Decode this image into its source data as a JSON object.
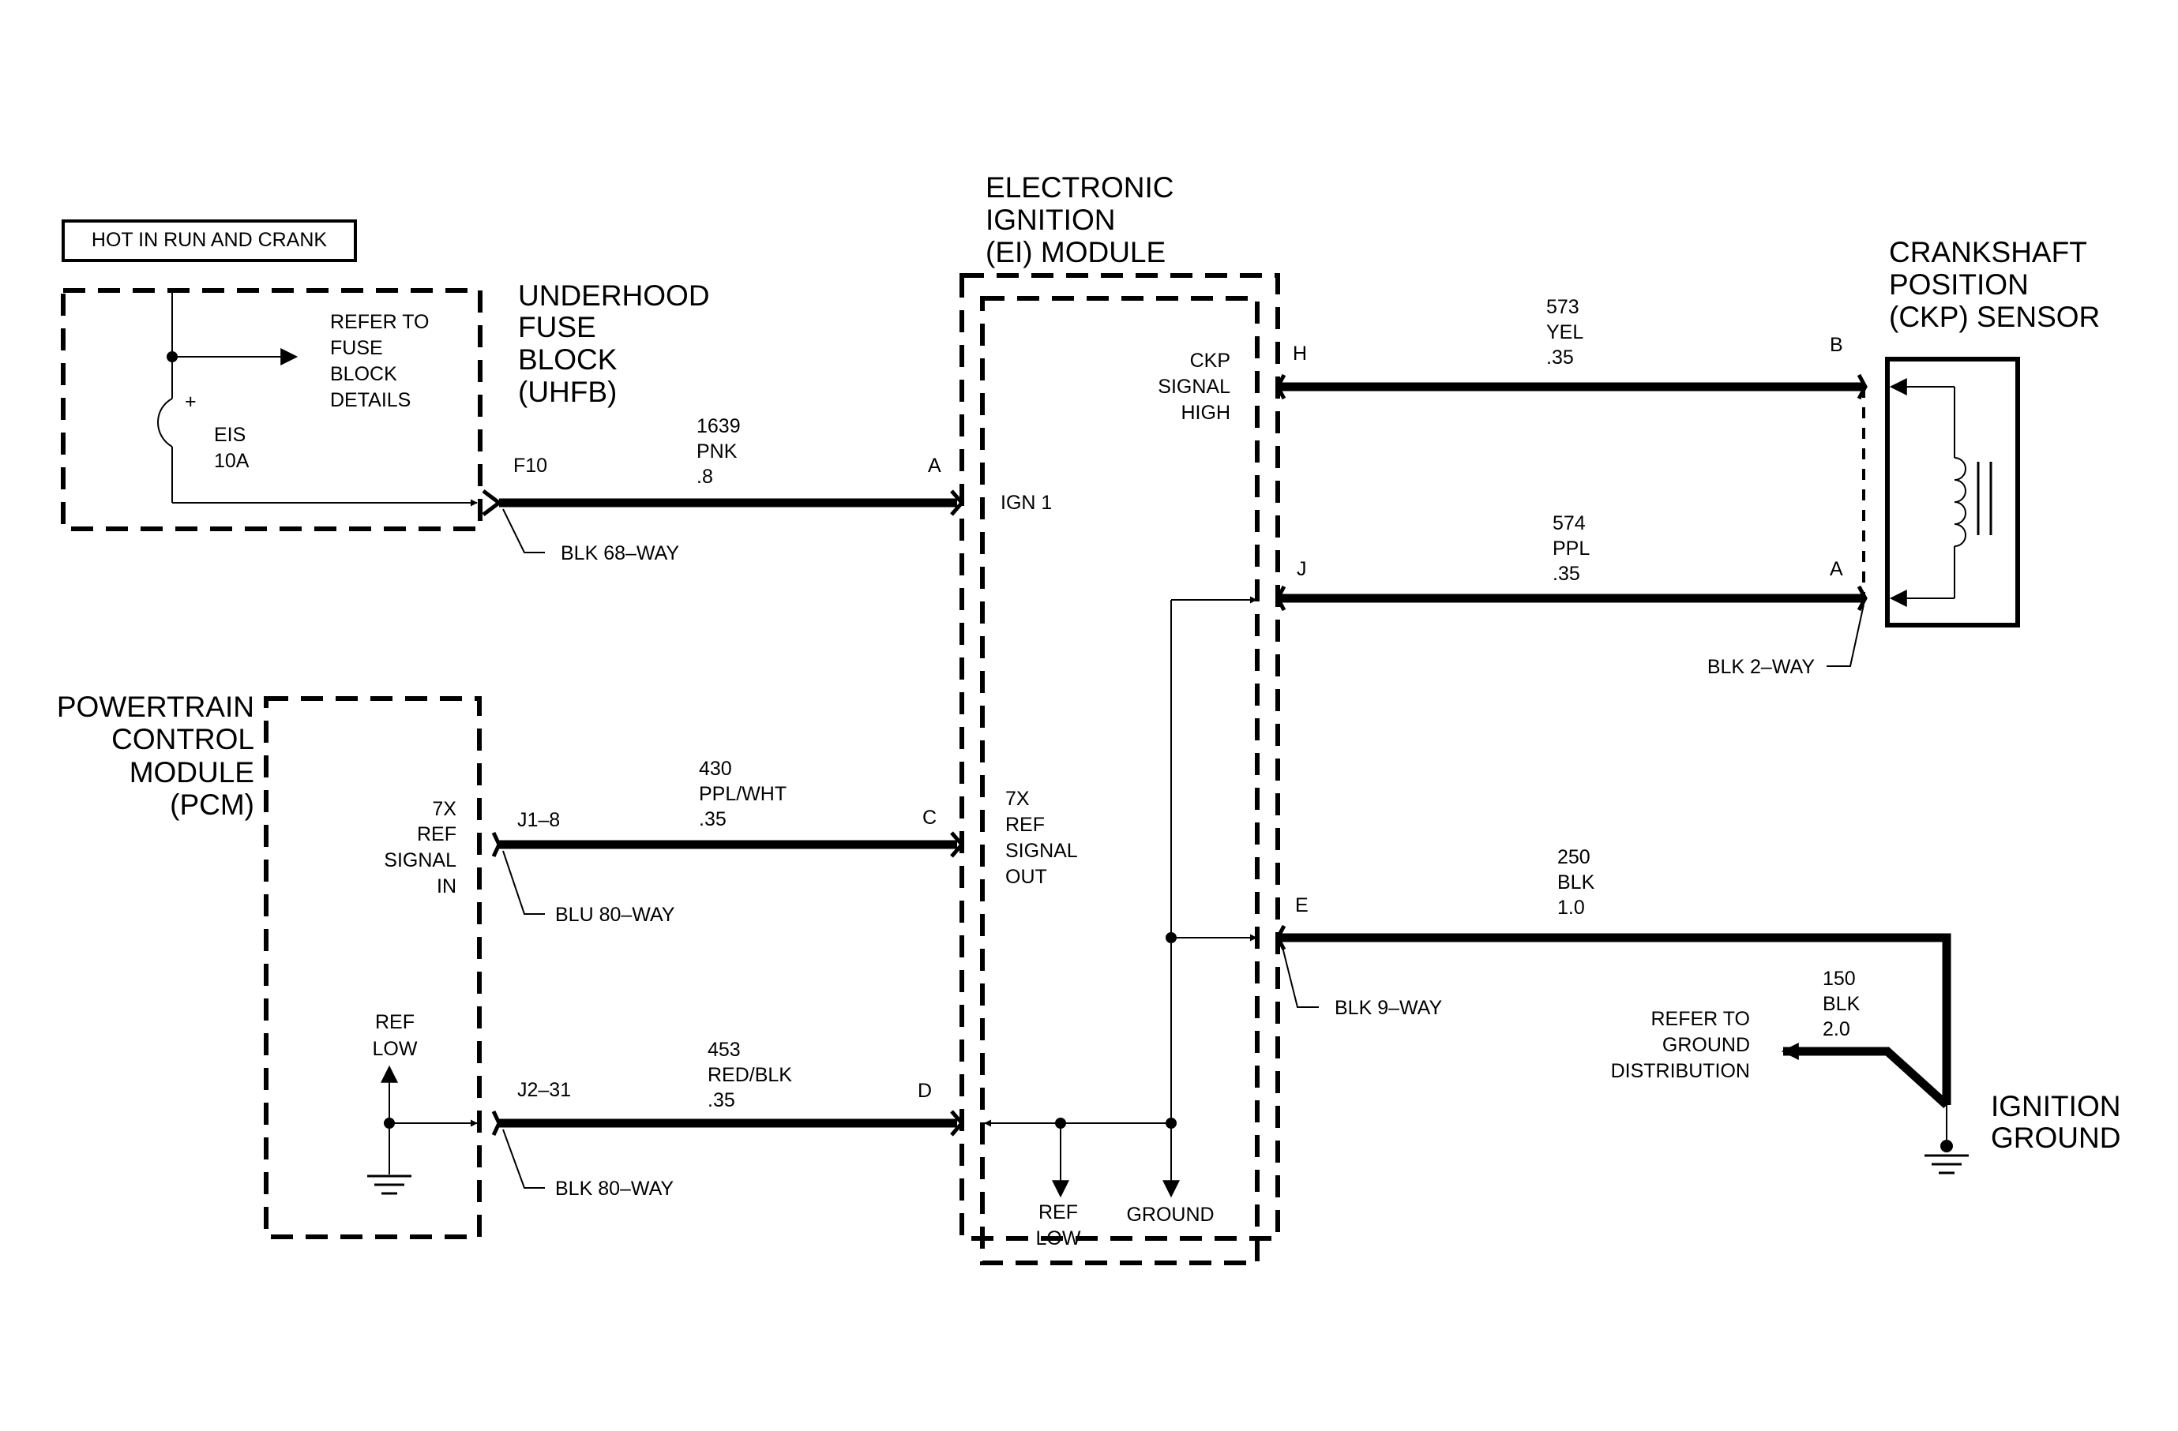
{
  "hot_label": "HOT IN RUN AND CRANK",
  "uhfb": {
    "title": [
      "UNDERHOOD",
      "FUSE",
      "BLOCK",
      "(UHFB)"
    ],
    "refer": [
      "REFER TO",
      "FUSE",
      "BLOCK",
      "DETAILS"
    ],
    "fuse": [
      "EIS",
      "10A"
    ],
    "plus": "+",
    "pin": "F10",
    "connector": "BLK 68–WAY"
  },
  "ei_module": {
    "title": [
      "ELECTRONIC",
      "IGNITION",
      "(EI) MODULE"
    ],
    "ign": "IGN 1",
    "ckp_signal": [
      "CKP",
      "SIGNAL",
      "HIGH"
    ],
    "ref_out": [
      "7X",
      "REF",
      "SIGNAL",
      "OUT"
    ],
    "ref_low": [
      "REF",
      "LOW"
    ],
    "ground": "GROUND",
    "connector": "BLK 9–WAY"
  },
  "pcm": {
    "title": [
      "POWERTRAIN",
      "CONTROL",
      "MODULE",
      "(PCM)"
    ],
    "ref_in": [
      "7X",
      "REF",
      "SIGNAL",
      "IN"
    ],
    "ref_low": [
      "REF",
      "LOW"
    ],
    "pin_j1": "J1–8",
    "pin_j2": "J2–31",
    "conn_blu": "BLU 80–WAY",
    "conn_blk": "BLK 80–WAY"
  },
  "ckp_sensor": {
    "title": [
      "CRANKSHAFT",
      "POSITION",
      "(CKP) SENSOR"
    ],
    "connector": "BLK 2–WAY"
  },
  "wires": [
    {
      "lines": [
        "1639",
        "PNK",
        ".8"
      ]
    },
    {
      "lines": [
        "430",
        "PPL/WHT",
        ".35"
      ]
    },
    {
      "lines": [
        "453",
        "RED/BLK",
        ".35"
      ]
    },
    {
      "lines": [
        "573",
        "YEL",
        ".35"
      ]
    },
    {
      "lines": [
        "574",
        "PPL",
        ".35"
      ]
    },
    {
      "lines": [
        "250",
        "BLK",
        "1.0"
      ]
    },
    {
      "lines": [
        "150",
        "BLK",
        "2.0"
      ]
    }
  ],
  "pins": {
    "a": "A",
    "c": "C",
    "d": "D",
    "h": "H",
    "j": "J",
    "e": "E",
    "sensor_b": "B",
    "sensor_a": "A"
  },
  "ground_ref": [
    "REFER TO",
    "GROUND",
    "DISTRIBUTION"
  ],
  "ignition_ground": [
    "IGNITION",
    "GROUND"
  ]
}
